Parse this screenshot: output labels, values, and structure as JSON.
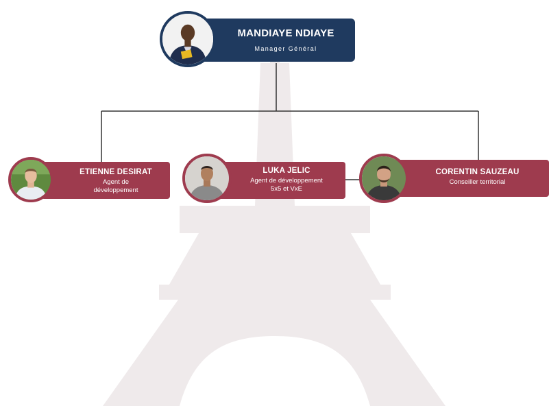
{
  "colors": {
    "manager_card": "#1f3a5f",
    "team_card": "#9e3b4e",
    "connector": "#333333",
    "watermark": "#efeaeb"
  },
  "watermark": {
    "icon": "eiffel-tower-icon"
  },
  "manager": {
    "name": "MANDIAYE NDIAYE",
    "role": "Manager Général",
    "photo_icon": "person-photo-icon"
  },
  "team": [
    {
      "name": "ETIENNE DESIRAT",
      "role": "Agent de\ndéveloppement",
      "photo_icon": "person-photo-icon"
    },
    {
      "name": "LUKA JELIC",
      "role": "Agent de développement\n5x5  et VxE",
      "photo_icon": "person-photo-icon"
    },
    {
      "name": "CORENTIN SAUZEAU",
      "role": "Conseiller territorial",
      "photo_icon": "person-photo-icon"
    }
  ]
}
